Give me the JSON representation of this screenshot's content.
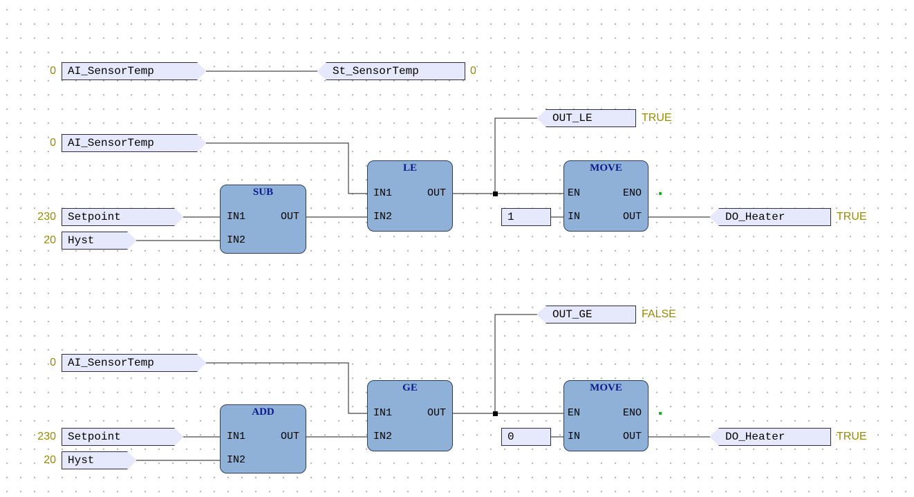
{
  "network1": {
    "in_value": "0",
    "in_var": "AI_SensorTemp",
    "out_var": "St_SensorTemp",
    "out_value": "0"
  },
  "network2": {
    "sensor": {
      "value": "0",
      "name": "AI_SensorTemp"
    },
    "setpoint": {
      "value": "230",
      "name": "Setpoint"
    },
    "hyst": {
      "value": "20",
      "name": "Hyst"
    },
    "arith_block": {
      "title": "SUB",
      "in1": "IN1",
      "in2": "IN2",
      "out": "OUT"
    },
    "cmp_block": {
      "title": "LE",
      "in1": "IN1",
      "in2": "IN2",
      "out": "OUT"
    },
    "cmp_out": {
      "name": "OUT_LE",
      "value": "TRUE"
    },
    "move_block": {
      "title": "MOVE",
      "en": "EN",
      "eno": "ENO",
      "in": "IN",
      "out": "OUT"
    },
    "const": "1",
    "result": {
      "name": "DO_Heater",
      "value": "TRUE"
    }
  },
  "network3": {
    "sensor": {
      "value": "0",
      "name": "AI_SensorTemp"
    },
    "setpoint": {
      "value": "230",
      "name": "Setpoint"
    },
    "hyst": {
      "value": "20",
      "name": "Hyst"
    },
    "arith_block": {
      "title": "ADD",
      "in1": "IN1",
      "in2": "IN2",
      "out": "OUT"
    },
    "cmp_block": {
      "title": "GE",
      "in1": "IN1",
      "in2": "IN2",
      "out": "OUT"
    },
    "cmp_out": {
      "name": "OUT_GE",
      "value": "FALSE"
    },
    "move_block": {
      "title": "MOVE",
      "en": "EN",
      "eno": "ENO",
      "in": "IN",
      "out": "OUT"
    },
    "const": "0",
    "result": {
      "name": "DO_Heater",
      "value": "TRUE"
    }
  },
  "colors": {
    "block_fill": "#8fb1d8",
    "block_title": "#0a1a8a",
    "tag_fill": "#e6e8fb",
    "live_value": "#9a8a00",
    "eno_marker": "#20b020"
  }
}
